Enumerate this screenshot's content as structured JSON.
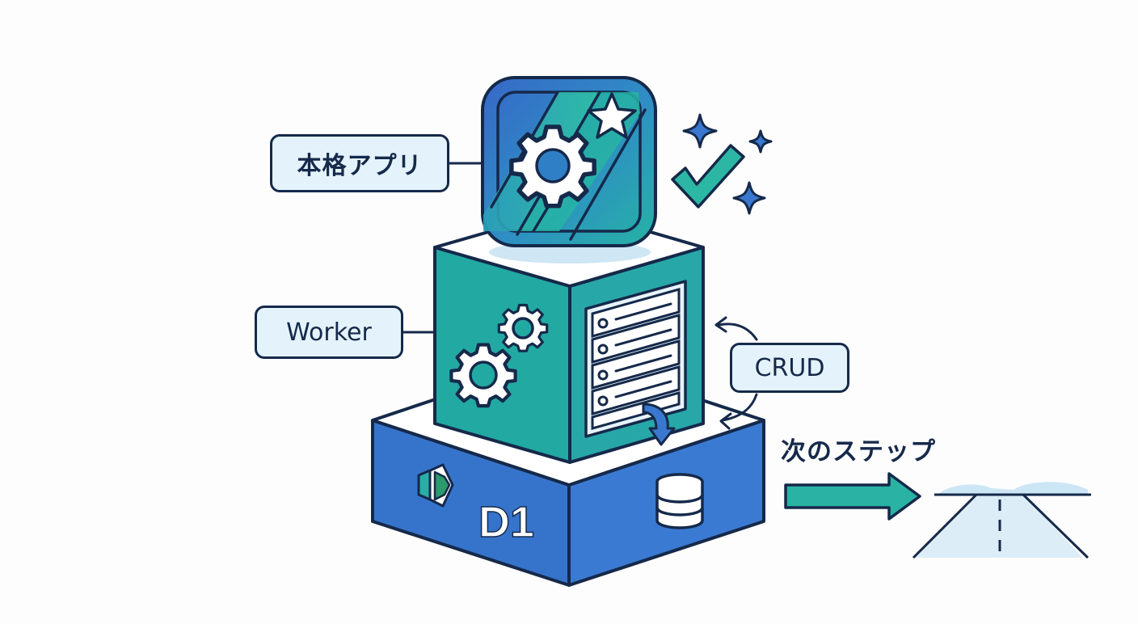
{
  "labels": {
    "app": "本格アプリ",
    "worker": "Worker",
    "crud": "CRUD",
    "next_step": "次のステップ",
    "d1": "D1"
  },
  "icons": [
    "app-icon",
    "star-icon",
    "gear-icon",
    "sparkle-icon",
    "checkmark-icon",
    "server-rack-icon",
    "database-icon",
    "d1-logo-icon",
    "arrow-right-icon",
    "road-icon",
    "cycle-arrow-icon",
    "down-arrow-icon"
  ],
  "colors": {
    "outline": "#15294a",
    "blue": "#3a75cc",
    "teal": "#25ada6",
    "label_bg": "#e4f2fb",
    "background": "#fdfdfd"
  }
}
